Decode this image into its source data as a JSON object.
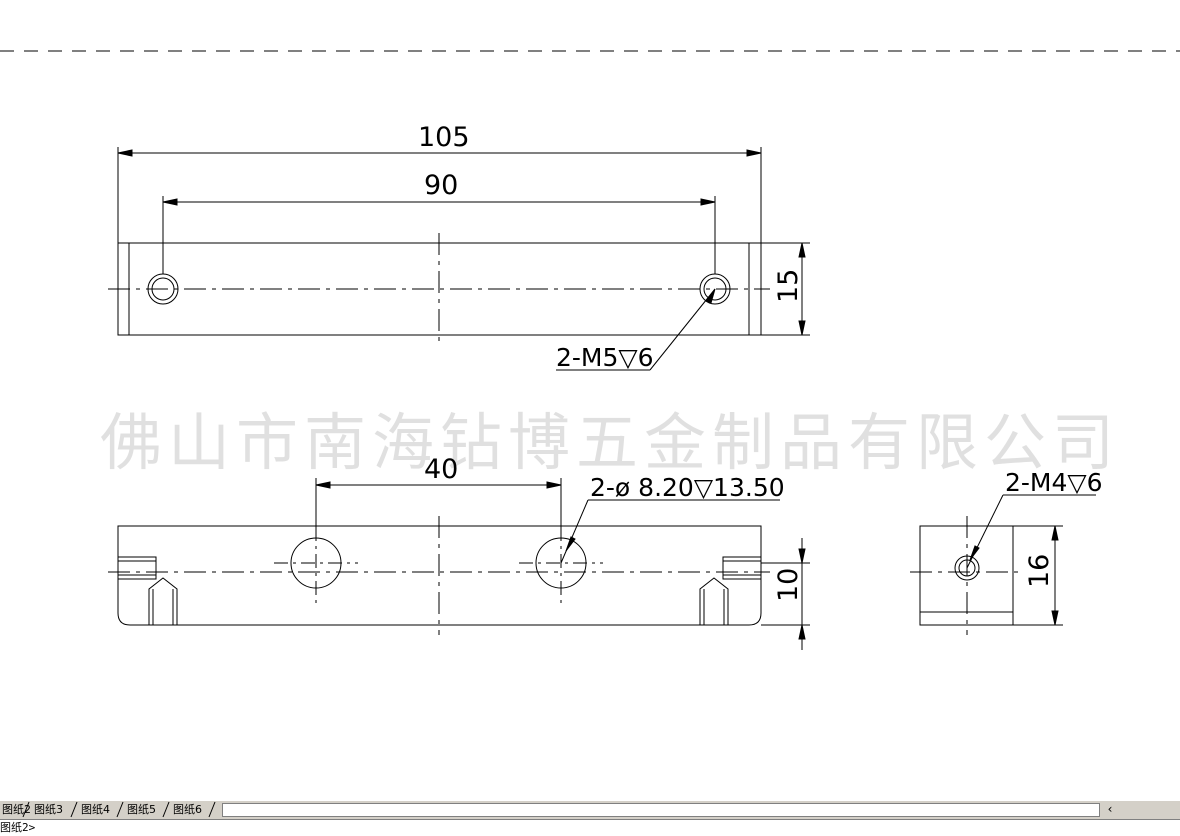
{
  "drawing": {
    "dimensions": {
      "top_overall": "105",
      "top_hole_spacing": "90",
      "top_height": "15",
      "top_thread_callout": "2-M5▽6",
      "front_spacing": "40",
      "front_hole_callout": "2-ø 8.20▽13.50",
      "front_height": "10",
      "side_thread_callout": "2-M4▽6",
      "side_height": "16"
    },
    "watermark": "佛山市南海钻博五金制品有限公司"
  },
  "tabs": [
    {
      "label": "图纸2"
    },
    {
      "label": "图纸3"
    },
    {
      "label": "图纸4"
    },
    {
      "label": "图纸5"
    },
    {
      "label": "图纸6"
    }
  ],
  "scroll_left_glyph": "‹",
  "command": {
    "text": "图纸2>"
  },
  "colors": {
    "line": "#000000",
    "background": "#ffffff",
    "tabbar": "#d4d0c8"
  }
}
